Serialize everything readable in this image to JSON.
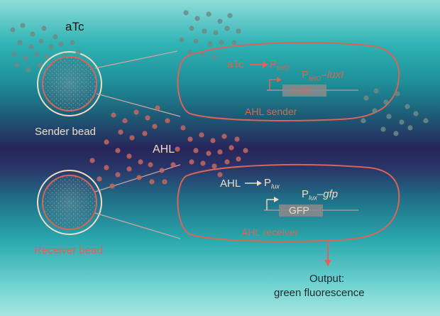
{
  "labels": {
    "atc": "aTc",
    "ahl": "AHL",
    "sender_bead": "Sender bead",
    "receiver_bead": "Receiver bead",
    "output_line1": "Output:",
    "output_line2": "green fluorescence"
  },
  "sender_cell": {
    "name": "AHL sender",
    "inducer": "aTc",
    "promoter": "P",
    "promoter_sub": "tetO",
    "construct_promoter": "P",
    "construct_promoter_sub": "tetO",
    "construct_gene": "luxI",
    "gene_box": "LuxI"
  },
  "receiver_cell": {
    "name": "AHL receiver",
    "inducer": "AHL",
    "promoter": "P",
    "promoter_sub": "lux",
    "construct_promoter": "P",
    "construct_promoter_sub": "lux",
    "construct_gene": "gfp",
    "gene_box": "GFP"
  },
  "colors": {
    "red": "#d9645a",
    "cream": "#f1dcc8",
    "gene_box": "#8b8b8b",
    "dot_grey": "#6d8a88",
    "dot_red": "#c7675e"
  }
}
